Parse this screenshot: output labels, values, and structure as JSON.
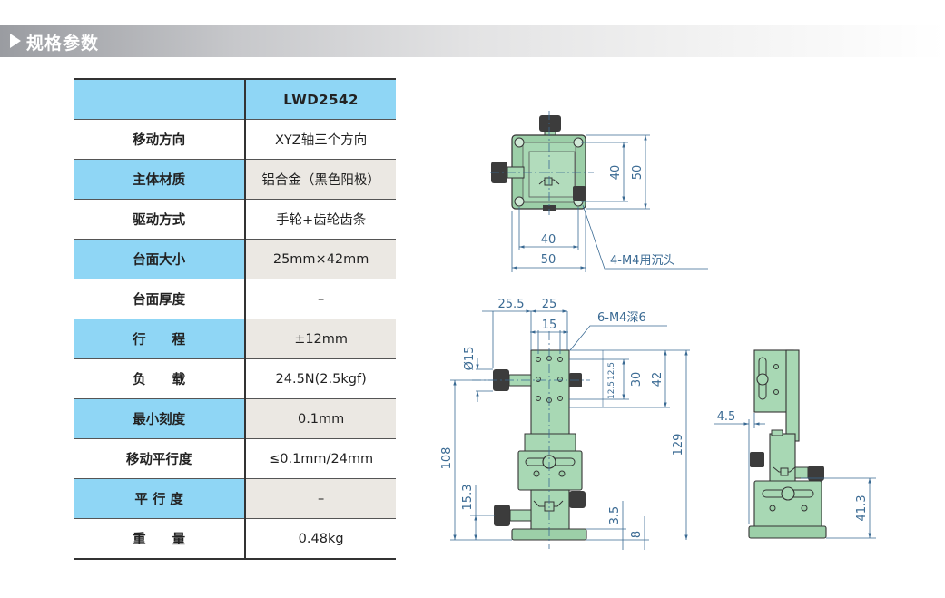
{
  "banner": {
    "title": "规格参数",
    "icon": "play-triangle-icon"
  },
  "table": {
    "model": "LWD2542",
    "rows": [
      {
        "label": "移动方向",
        "value": "XYZ轴三个方向",
        "style": "white"
      },
      {
        "label": "主体材质",
        "value": "铝合金（黑色阳极）",
        "style": "blue"
      },
      {
        "label": "驱动方式",
        "value": "手轮+齿轮齿条",
        "style": "white"
      },
      {
        "label": "台面大小",
        "value": "25mm×42mm",
        "style": "blue"
      },
      {
        "label": "台面厚度",
        "value": "–",
        "style": "white"
      },
      {
        "label": "行　　程",
        "value": "±12mm",
        "style": "blue"
      },
      {
        "label": "负　　载",
        "value": "24.5N(2.5kgf)",
        "style": "white"
      },
      {
        "label": "最小刻度",
        "value": "0.1mm",
        "style": "blue"
      },
      {
        "label": "移动平行度",
        "value": "≤0.1mm/24mm",
        "style": "white"
      },
      {
        "label": "平 行 度",
        "value": "–",
        "style": "blue"
      },
      {
        "label": "重　　量",
        "value": "0.48kg",
        "style": "white"
      }
    ]
  },
  "drawing": {
    "colors": {
      "body": "#a8d8b4",
      "outline": "#333333",
      "dim": "#3a6a93",
      "knob": "#3c3c3c"
    },
    "top_view": {
      "dim_inner_h": "40",
      "dim_outer_h": "50",
      "dim_inner_w": "40",
      "dim_outer_w": "50",
      "hole_note": "4-M4用沉头"
    },
    "front_view": {
      "dim_25_5": "25.5",
      "dim_25": "25",
      "dim_15": "15",
      "hole_note": "6-M4深6",
      "dim_dia15": "Ø15",
      "dim_12_5a": "12.5",
      "dim_12_5b": "12.5",
      "dim_30": "30",
      "dim_42": "42",
      "dim_129": "129",
      "dim_108": "108",
      "dim_15_3": "15.3",
      "dim_3_5": "3.5",
      "dim_8": "8"
    },
    "side_view": {
      "dim_4_5": "4.5",
      "dim_41_3": "41.3"
    }
  }
}
